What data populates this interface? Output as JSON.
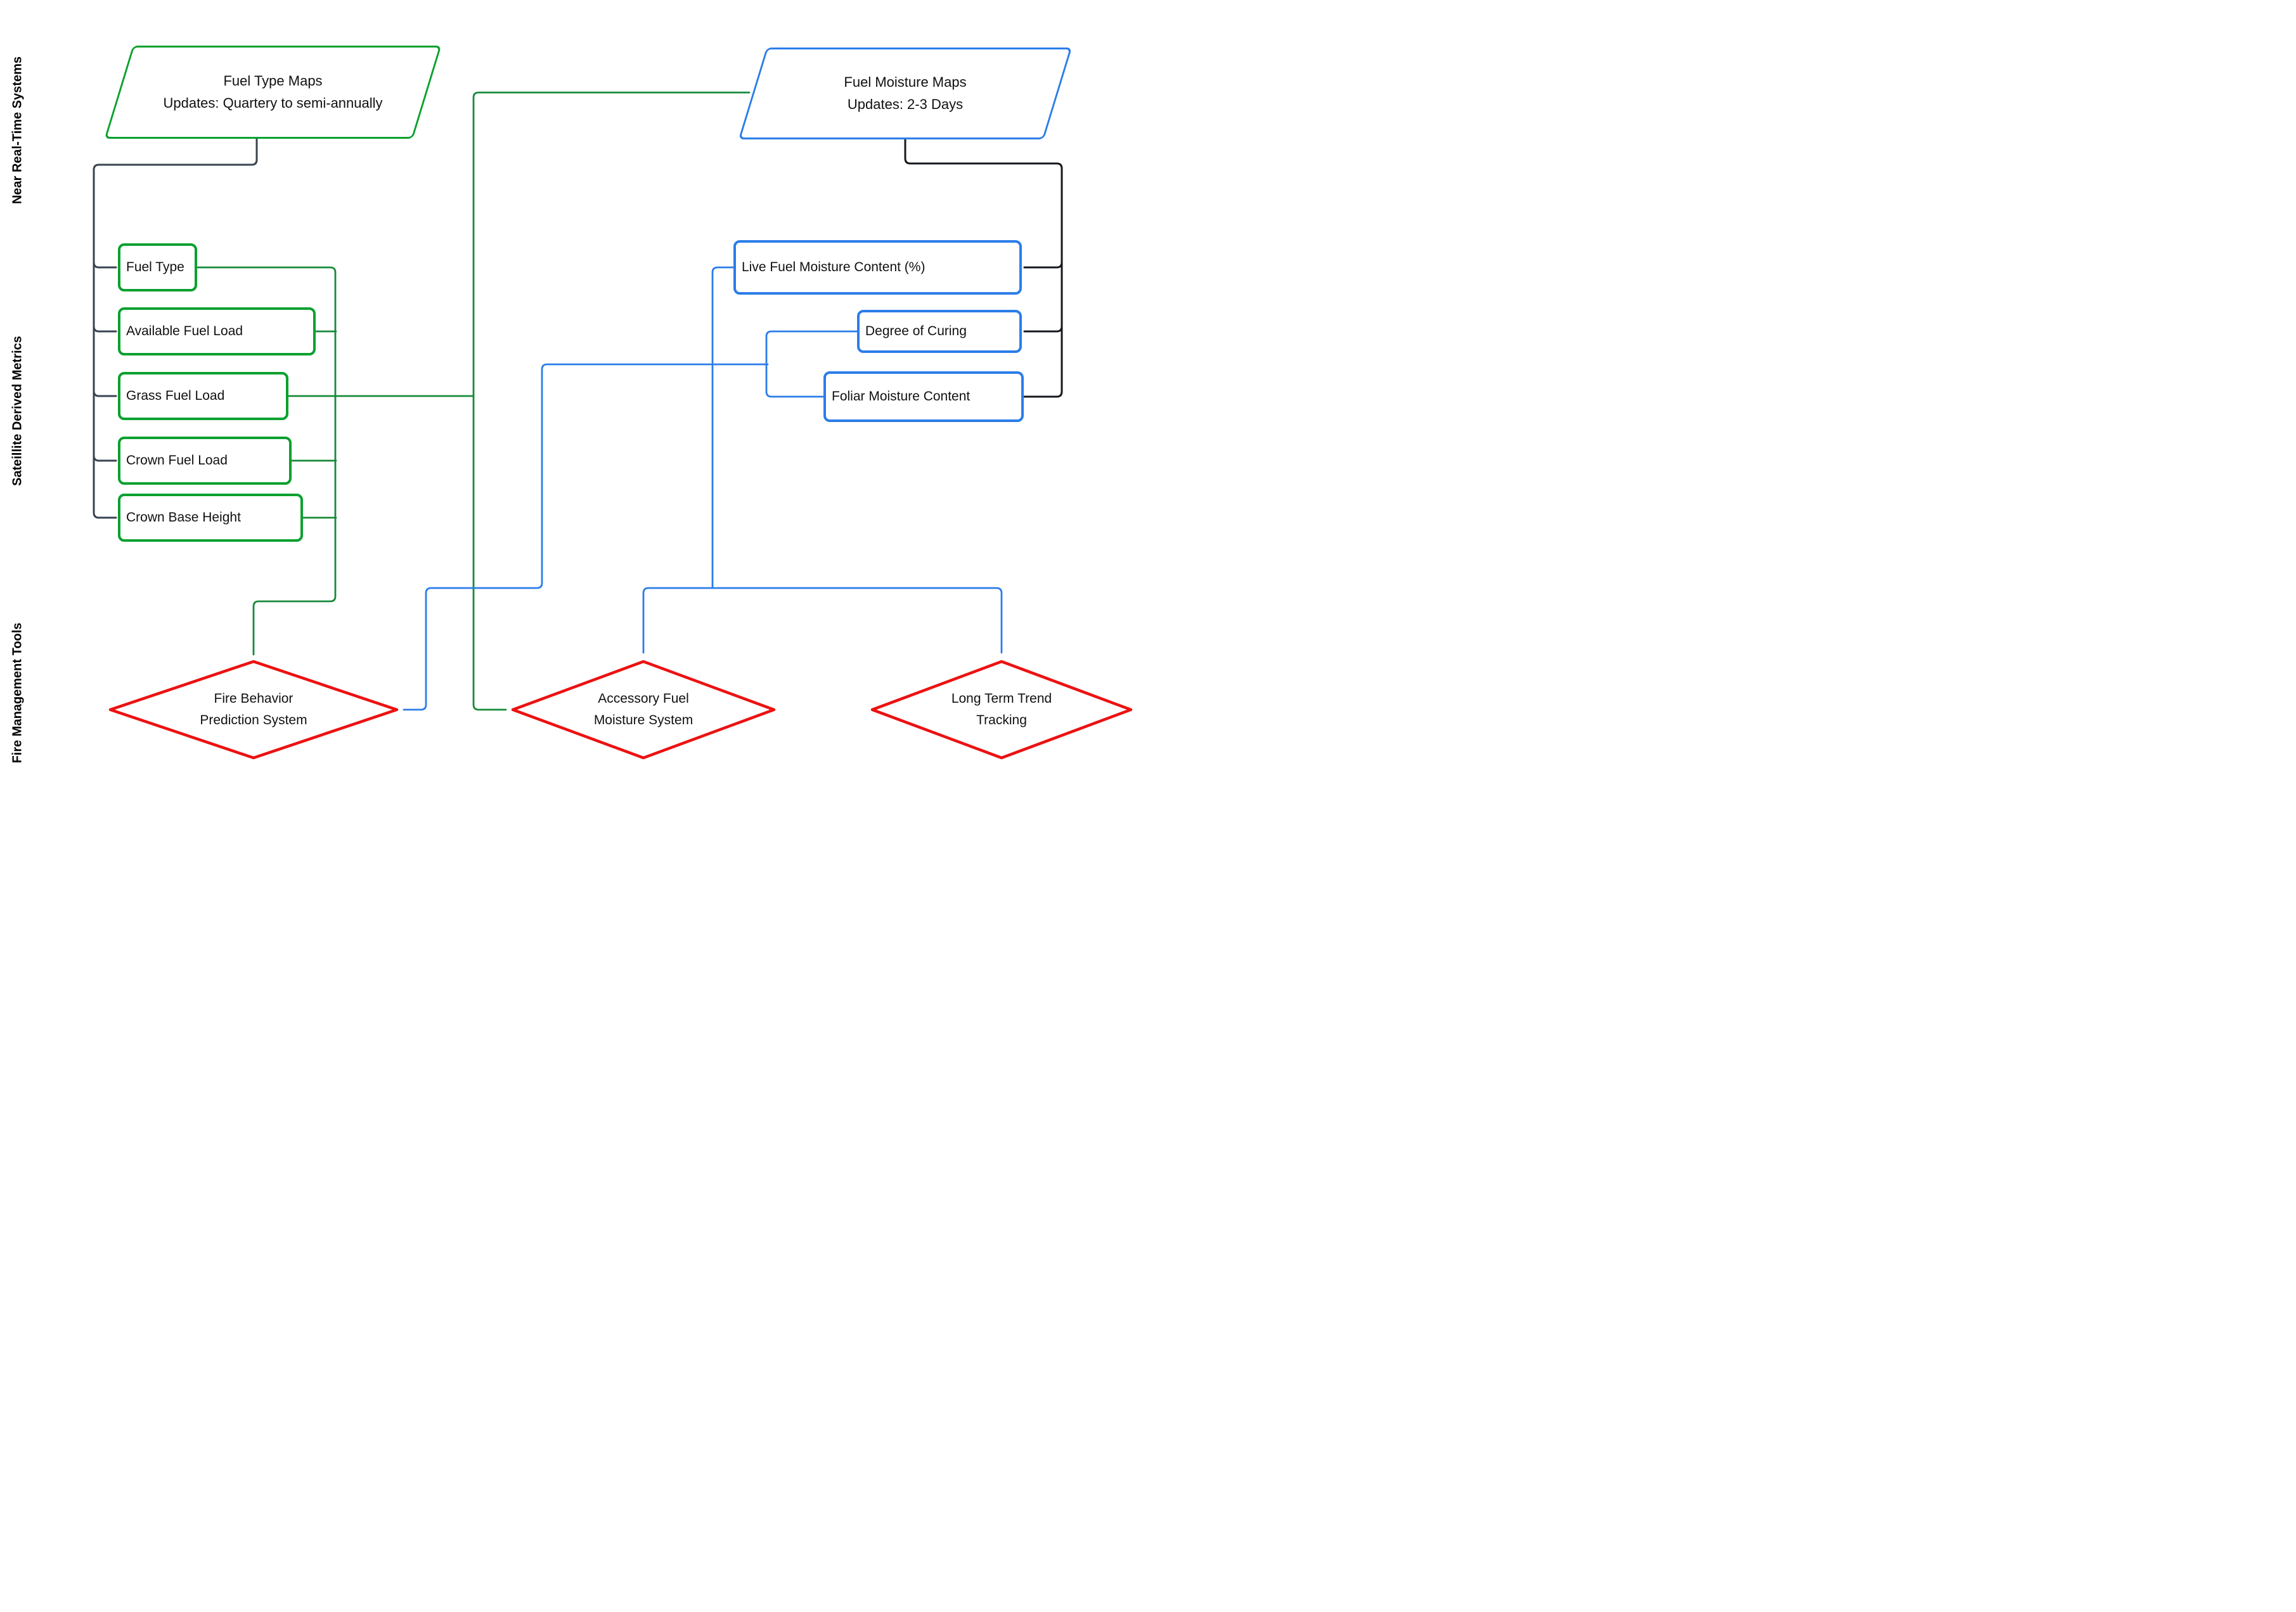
{
  "diagram": {
    "section_labels": [
      {
        "id": "near-real-time-systems",
        "text": "Near Real-Time Systems"
      },
      {
        "id": "sateillite-derived-metrics",
        "text": "Sateillite Derived Metrics"
      },
      {
        "id": "fire-management-tools",
        "text": "Fire Management Tools"
      }
    ],
    "nodes": {
      "fuel_type_maps": {
        "shape": "parallelogram",
        "line1": "Fuel Type Maps",
        "line2": "Updates: Quartery to semi-annually"
      },
      "fuel_moisture_maps": {
        "shape": "parallelogram",
        "line1": "Fuel Moisture Maps",
        "line2": "Updates: 2-3 Days"
      },
      "fuel_type": {
        "shape": "rect",
        "label": "Fuel Type"
      },
      "available_fuel_load": {
        "shape": "rect",
        "label": "Available Fuel Load"
      },
      "grass_fuel_load": {
        "shape": "rect",
        "label": "Grass Fuel Load"
      },
      "crown_fuel_load": {
        "shape": "rect",
        "label": "Crown Fuel Load"
      },
      "crown_base_height": {
        "shape": "rect",
        "label": "Crown Base Height"
      },
      "live_fuel_moisture_content": {
        "shape": "rect",
        "label": "Live Fuel Moisture Content (%)"
      },
      "degree_of_curing": {
        "shape": "rect",
        "label": "Degree of Curing"
      },
      "foliar_moisture_content": {
        "shape": "rect",
        "label": "Foliar Moisture Content"
      },
      "fire_behavior_prediction_system": {
        "shape": "diamond",
        "line1": "Fire Behavior",
        "line2": "Prediction System"
      },
      "accessory_fuel_moisture_system": {
        "shape": "diamond",
        "line1": "Accessory Fuel",
        "line2": "Moisture System"
      },
      "long_term_trend_tracking": {
        "shape": "diamond",
        "line1": "Long Term Trend",
        "line2": "Tracking"
      }
    },
    "colors": {
      "green": "#0aa12f",
      "green-line": "#178a3a",
      "blue": "#2b7de9",
      "red": "#ed1111",
      "dark": "#3a4450",
      "black-line": "#15181c",
      "text": "#111111"
    }
  }
}
